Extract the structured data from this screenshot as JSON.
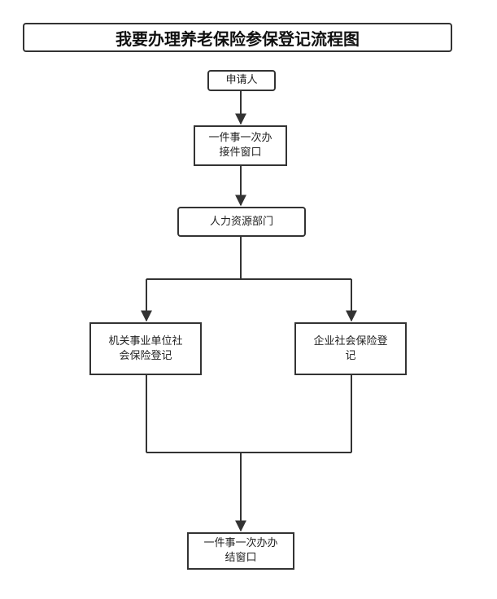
{
  "diagram": {
    "title": "我要办理养老保险参保登记流程图",
    "nodes": {
      "applicant": "申请人",
      "window_accept": [
        "一件事一次办",
        "接件窗口"
      ],
      "hr_department": "人力资源部门",
      "institution_registration": [
        "机关事业单位社",
        "会保险登记"
      ],
      "enterprise_registration": [
        "企业社会保险登",
        "记"
      ],
      "window_finish": [
        "一件事一次办办",
        "结窗口"
      ]
    }
  }
}
